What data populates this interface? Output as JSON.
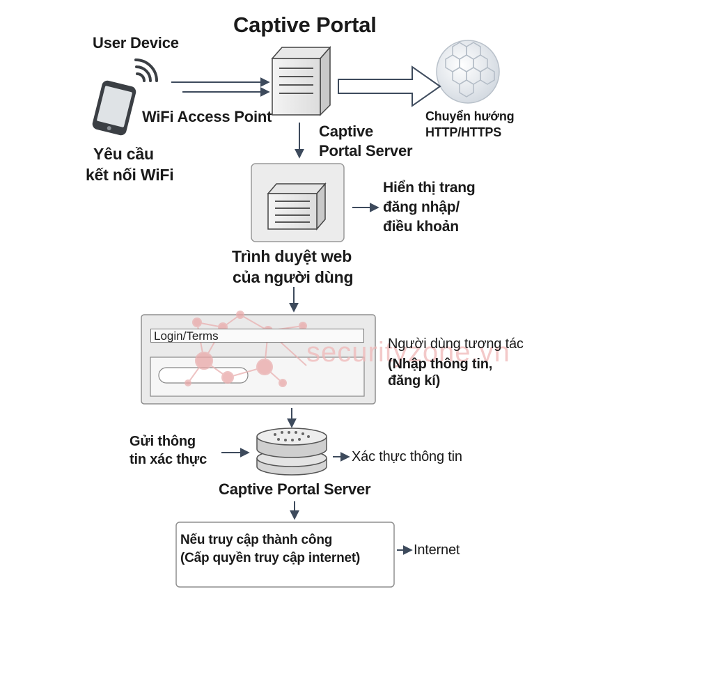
{
  "title": "Captive Portal",
  "labels": {
    "user_device": "User Device",
    "wifi_access_point": "WiFi Access Point",
    "request_line1": "Yêu cầu",
    "request_line2": "kết nối WiFi",
    "redirect_line1": "Chuyển hướng",
    "redirect_line2": "HTTP/HTTPS",
    "server_top_line1": "Captive",
    "server_top_line2": "Portal Server",
    "display_line1": "Hiển thị trang",
    "display_line2": "đăng nhập/",
    "display_line3": "điều khoản",
    "browser_line1": "Trình duyệt web",
    "browser_line2": "của người dùng",
    "login_field": "Login/Terms",
    "interact_line1": "Người dùng tương tác",
    "interact_line2": "(Nhập thông tin,",
    "interact_line3": "đăng kí)",
    "send_line1": "Gửi thông",
    "send_line2": "tin xác thực",
    "verify": "Xác thực thông tin",
    "server_bottom": "Captive Portal Server",
    "success_line1": "Nếu truy cập thành công",
    "success_line2": "(Cấp quyền truy cập internet)",
    "internet": "Internet"
  },
  "watermark": "securityzone.vn",
  "icons": [
    "smartphone-icon",
    "wifi-signal-icon",
    "server-icon",
    "globe-icon",
    "browser-server-icon",
    "server-stack-icon"
  ],
  "colors": {
    "arrow": "#3d4a5c",
    "box_fill": "#ececec",
    "box_border": "#9a9a9a",
    "watermark": "#e8a0a0"
  }
}
